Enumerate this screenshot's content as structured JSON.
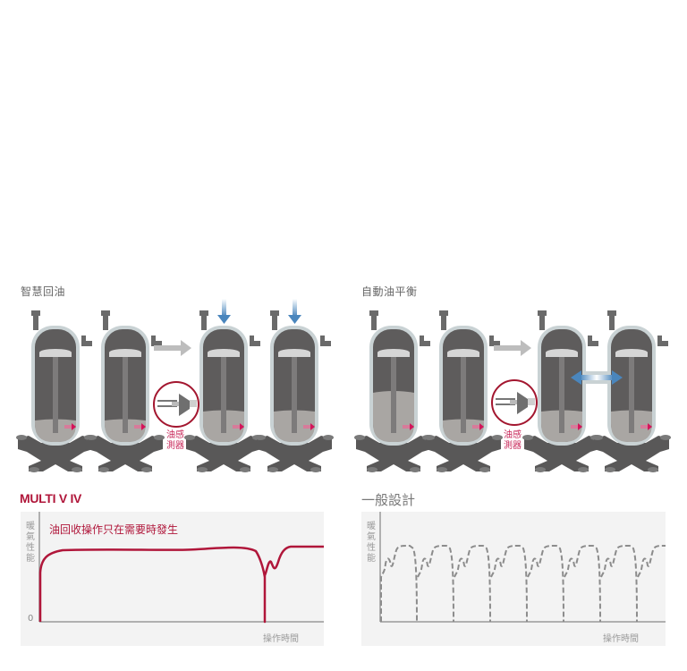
{
  "left_panel": {
    "title": "智慧回油",
    "sensor_label_line1": "油感",
    "sensor_label_line2": "測器"
  },
  "right_panel": {
    "title": "自動油平衡",
    "sensor_label_line1": "油感",
    "sensor_label_line2": "測器"
  },
  "colors": {
    "brand": "#b0163a",
    "shell_dark": "#5e5c5c",
    "shell_border": "#c9d2d4",
    "oil": "#a9a6a3",
    "arrow_blue": "#4a86bd",
    "arrow_grey": "#bdbdbd",
    "chart_bg": "#f3f3f3",
    "dashed_line": "#8c8c8c"
  },
  "chart_data": [
    {
      "type": "line",
      "title": "MULTI V IV",
      "annotation": "油回收操作只在需要時發生",
      "ylabel": "暖氣性能",
      "xlabel": "操作時間",
      "y_tick": "0",
      "series": [
        {
          "name": "MULTI V IV",
          "style": "solid",
          "color": "#b0163a",
          "description": "Rises quickly from 0 to ~85% capacity, stays flat for most of the operating time, one brief oil-recovery dip to 0 near 80% of time axis, then recovers to steady capacity.",
          "x": [
            0,
            0.01,
            0.05,
            0.1,
            0.3,
            0.5,
            0.7,
            0.75,
            0.78,
            0.785,
            0.79,
            0.8,
            0.81,
            0.83,
            0.86,
            1.0
          ],
          "y": [
            0,
            55,
            78,
            82,
            82,
            82,
            83,
            80,
            40,
            0,
            58,
            68,
            62,
            80,
            85,
            85
          ]
        }
      ]
    },
    {
      "type": "line",
      "title": "一般設計",
      "ylabel": "暖氣性能",
      "xlabel": "操作時間",
      "series": [
        {
          "name": "一般設計",
          "style": "dashed",
          "color": "#8c8c8c",
          "description": "Repeating cycle of 8 oil-recovery events: capacity drops to 0 at each cycle boundary, rises to ~55%, wobbles to ~70%, climbs to ~85% plateau, then drops again.",
          "cycles": 8,
          "cycle_peak": 85,
          "cycle_mid": 70,
          "cycle_low": 55
        }
      ]
    }
  ]
}
